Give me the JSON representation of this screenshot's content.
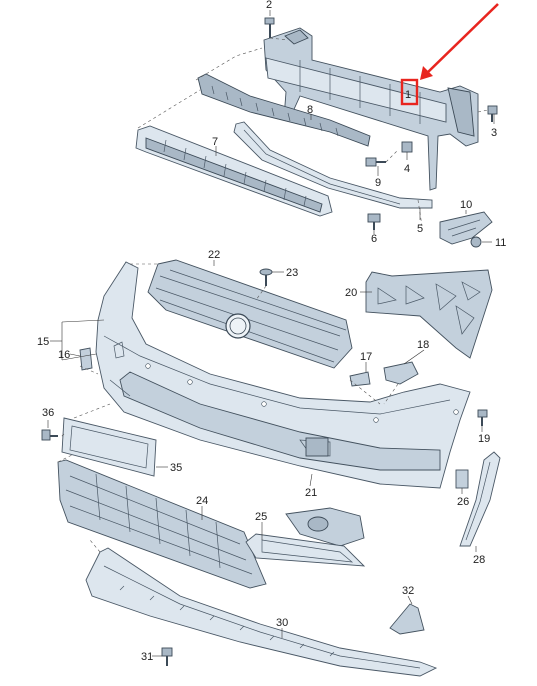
{
  "diagram": {
    "highlight_color": "#e8251f",
    "part_color": "#dde6ee",
    "callouts": {
      "c1": "1",
      "c2": "2",
      "c3": "3",
      "c4": "4",
      "c5": "5",
      "c6": "6",
      "c7": "7",
      "c8": "8",
      "c9": "9",
      "c10": "10",
      "c11": "11",
      "c15": "15",
      "c16": "16",
      "c17": "17",
      "c18": "18",
      "c19": "19",
      "c20": "20",
      "c21": "21",
      "c22": "22",
      "c23": "23",
      "c24": "24",
      "c25": "25",
      "c26": "26",
      "c28": "28",
      "c30": "30",
      "c31": "31",
      "c32": "32",
      "c35": "35",
      "c36": "36"
    }
  }
}
